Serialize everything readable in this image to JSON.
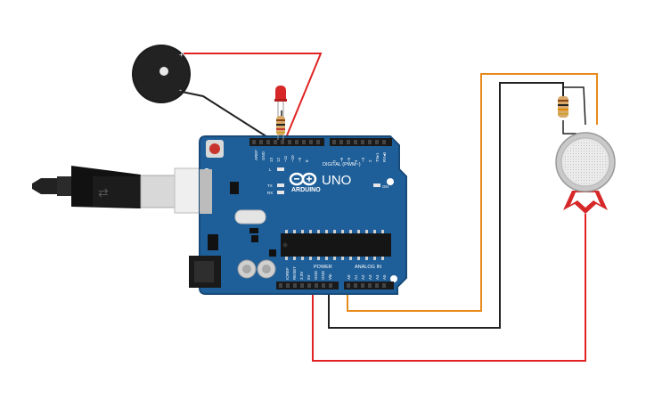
{
  "board": {
    "brand": "ARDUINO",
    "model": "UNO",
    "digital_header_label": "DIGITAL (PWM~)",
    "power_label": "POWER",
    "analog_label": "ANALOG IN",
    "on_label": "ON",
    "l_label": "L",
    "tx_label": "TX",
    "rx_label": "RX",
    "aref_label": "AREF",
    "gnd_label": "GND",
    "digital_pins": [
      "13",
      "12",
      "~11",
      "~10",
      "~9",
      "8",
      "7",
      "~6",
      "~5",
      "4",
      "~3",
      "2",
      "TX▸1",
      "RX◂0"
    ],
    "power_pins": [
      "IOREF",
      "RESET",
      "3.3V",
      "5V",
      "GND",
      "GND",
      "Vin"
    ],
    "analog_pins": [
      "A0",
      "A1",
      "A2",
      "A3",
      "A4",
      "A5"
    ]
  },
  "buzzer": {
    "plus_label": "+",
    "minus_label": "-"
  },
  "colors": {
    "board": "#1f5f99",
    "board_edge": "#174a78",
    "wire_red": "#e02424",
    "wire_black": "#222222",
    "wire_orange": "#e88a1a",
    "led": "#d62828",
    "header": "#1a1a1a"
  }
}
